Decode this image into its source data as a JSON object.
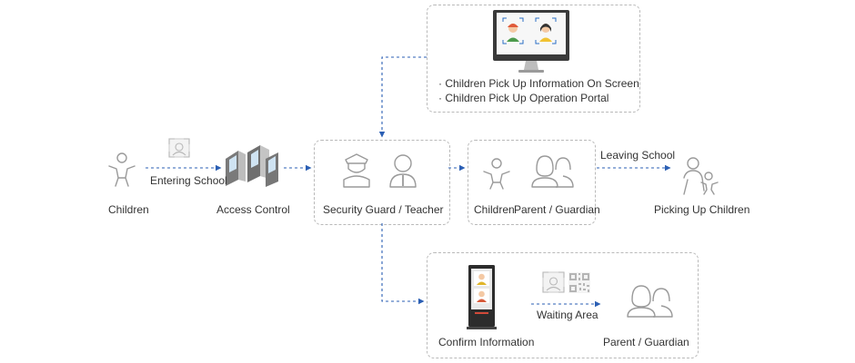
{
  "nodes": {
    "children": "Children",
    "access_control": "Access Control",
    "security_guard": "Security Guard / Teacher",
    "pair_children": "Children",
    "pair_parent": "Parent / Guardian",
    "picking_up": "Picking Up Children",
    "confirm_info": "Confirm Information",
    "parent_guardian_bottom": "Parent / Guardian"
  },
  "edges": {
    "entering_school": "Entering School",
    "leaving_school": "Leaving School",
    "waiting_area": "Waiting Area"
  },
  "screen_info": {
    "items": [
      "· Children Pick Up Information On Screen",
      "· Children Pick Up Operation Portal"
    ]
  },
  "colors": {
    "arrow": "#2b5fb4",
    "icon_stroke": "#9a9a9a",
    "box_border": "#b9b9b9"
  }
}
